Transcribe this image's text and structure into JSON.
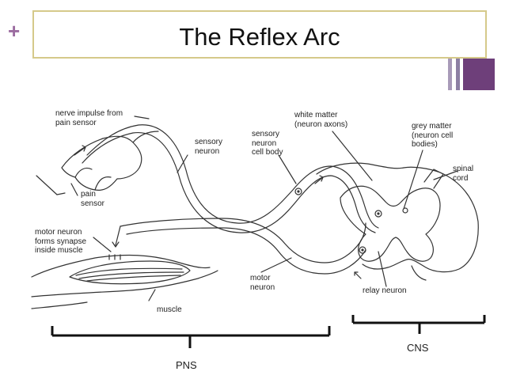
{
  "slide": {
    "title": "The Reflex Arc",
    "plus_symbol": "+",
    "accent_color": "#9b6ca0",
    "border_color": "#d5c98a"
  },
  "diagram": {
    "labels": {
      "nerve_impulse": "nerve impulse from\npain sensor",
      "sensory_neuron": "sensory\nneuron",
      "pain_sensor": "pain\nsensor",
      "motor_synapse": "motor neuron\nforms synapse\ninside muscle",
      "muscle": "muscle",
      "motor_neuron": "motor\nneuron",
      "sensory_cell_body": "sensory\nneuron\ncell body",
      "white_matter": "white matter\n(neuron axons)",
      "grey_matter": "grey matter\n(neuron cell\nbodies)",
      "spinal_cord": "spinal\ncord",
      "relay_neuron": "relay neuron"
    },
    "brackets": {
      "pns": "PNS",
      "cns": "CNS"
    }
  }
}
